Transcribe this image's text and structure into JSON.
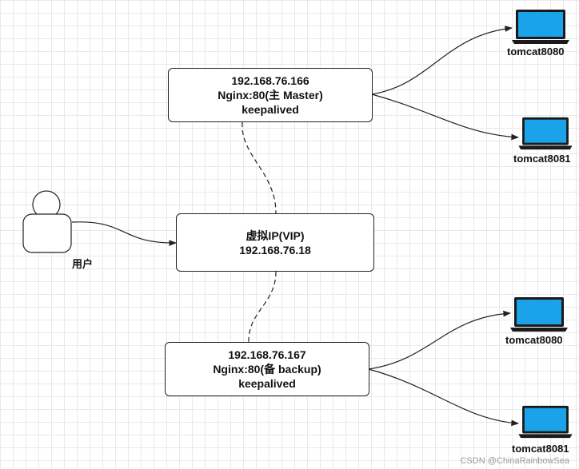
{
  "master": {
    "ip": "192.168.76.166",
    "service": "Nginx:80(主 Master)",
    "ha": "keepalived"
  },
  "vip": {
    "title": "虚拟IP(VIP)",
    "ip": "192.168.76.18"
  },
  "backup": {
    "ip": "192.168.76.167",
    "service": "Nginx:80(备 backup)",
    "ha": "keepalived"
  },
  "user": {
    "label": "用户"
  },
  "servers": {
    "master_a": "tomcat8080",
    "master_b": "tomcat8081",
    "backup_a": "tomcat8080",
    "backup_b": "tomcat8081"
  },
  "watermark": "CSDN @ChinaRainbowSea",
  "colors": {
    "laptop_screen": "#1aa3e8",
    "stroke": "#222222",
    "grid": "#e9e9e9"
  }
}
